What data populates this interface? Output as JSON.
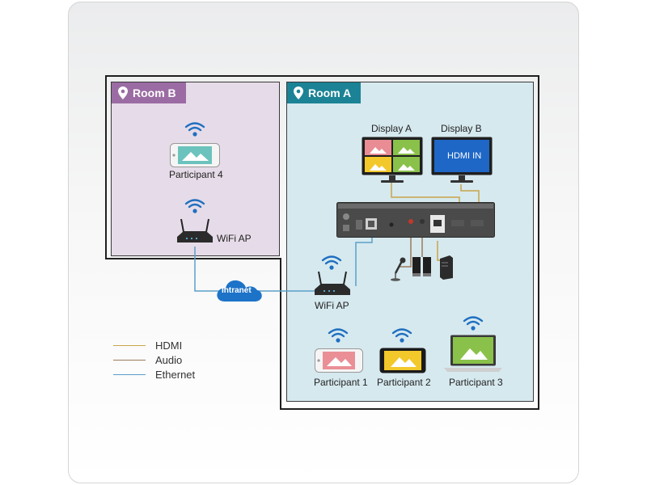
{
  "rooms": {
    "room_b": "Room B",
    "room_a": "Room A"
  },
  "devices": {
    "participant_4": "Participant 4",
    "wifi_ap_b": "WiFi AP",
    "wifi_ap_a": "WiFi AP",
    "intranet": "Intranet",
    "display_a": "Display A",
    "display_b": "Display B",
    "hdmi_in": "HDMI IN",
    "participant_1": "Participant 1",
    "participant_2": "Participant 2",
    "participant_3": "Participant 3"
  },
  "legend": [
    {
      "label": "HDMI",
      "color": "#c9a44a"
    },
    {
      "label": "Audio",
      "color": "#9c7a5a"
    },
    {
      "label": "Ethernet",
      "color": "#5a9fc9"
    }
  ],
  "icons": [
    "location-pin-icon",
    "wifi-icon",
    "router-icon",
    "cloud-icon",
    "tablet-icon",
    "phone-icon",
    "laptop-icon",
    "microphone-icon",
    "speaker-icon",
    "pc-tower-icon",
    "monitor-icon"
  ]
}
